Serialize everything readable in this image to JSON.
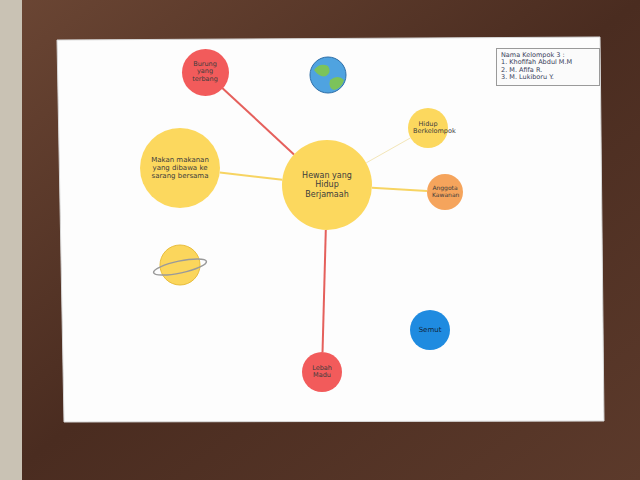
{
  "diagram": {
    "nodes": [
      {
        "text": [
          "Burung yang terbang"
        ]
      },
      {
        "text": [
          "Nama Kelompok 3 :",
          "1. Khofifah Abdul M.M",
          "2. M. Afifa R.",
          "3. M. Lukiboru Y."
        ]
      },
      {
        "text": [
          "Hidup Berkelompok"
        ]
      },
      {
        "text": [
          "Makan makanan yang dibawa ke sarang bersama"
        ]
      },
      {
        "text": [
          "Hewan yang Hidup Berjamaah"
        ]
      },
      {
        "text": [
          "Anggota Kawanan"
        ]
      },
      {
        "text": [
          "Semut"
        ]
      },
      {
        "text": [
          "Lebah Madu"
        ]
      }
    ],
    "edges": [
      {
        "from": 4,
        "to": 0,
        "arrow": "none"
      },
      {
        "from": 4,
        "to": 2,
        "arrow": "none"
      },
      {
        "from": 4,
        "to": 3,
        "arrow": "none"
      },
      {
        "from": 4,
        "to": 5,
        "arrow": "none"
      },
      {
        "from": 4,
        "to": 7,
        "arrow": "none"
      }
    ]
  }
}
